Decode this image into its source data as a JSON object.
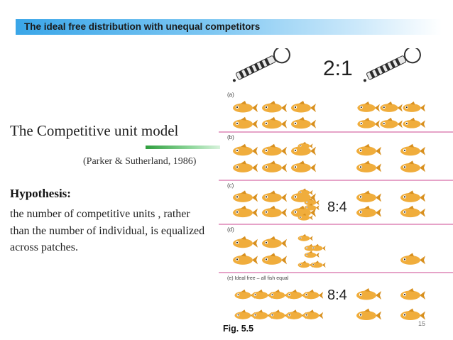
{
  "slide": {
    "title": "The ideal free distribution with unequal competitors",
    "model_title": "The Competitive unit model",
    "citation": "(Parker & Sutherland, 1986)",
    "hypothesis_title": "Hypothesis:",
    "hypothesis_text": "the number of competitive units , rather than the number of individual, is equalized across patches.",
    "figure_caption": "Fig. 5.5",
    "page_number": "15"
  },
  "figure": {
    "ratios": [
      "2:1",
      "8:4",
      "8:4"
    ],
    "panels": [
      {
        "label": "(a)",
        "left_fish": 6,
        "left_small": 0,
        "right_fish": 6,
        "right_small": 0
      },
      {
        "label": "(b)",
        "left_fish": 6,
        "left_small": 1,
        "right_fish": 4,
        "right_small": 0
      },
      {
        "label": "(c)",
        "left_fish": 6,
        "left_small": 4,
        "right_fish": 4,
        "right_small": 0
      },
      {
        "label": "(d)",
        "left_fish": 4,
        "left_small": 6,
        "right_fish": 1,
        "right_small": 0
      },
      {
        "label": "(e) Ideal free – all fish equal",
        "left_fish": 10,
        "left_small": 0,
        "right_fish": 4,
        "right_small": 0
      }
    ],
    "colors": {
      "fish": "#f0ad3c",
      "fish_dark": "#d8901f",
      "divider": "#e6a3c8",
      "pipe_dark": "#2b2b2b"
    }
  }
}
